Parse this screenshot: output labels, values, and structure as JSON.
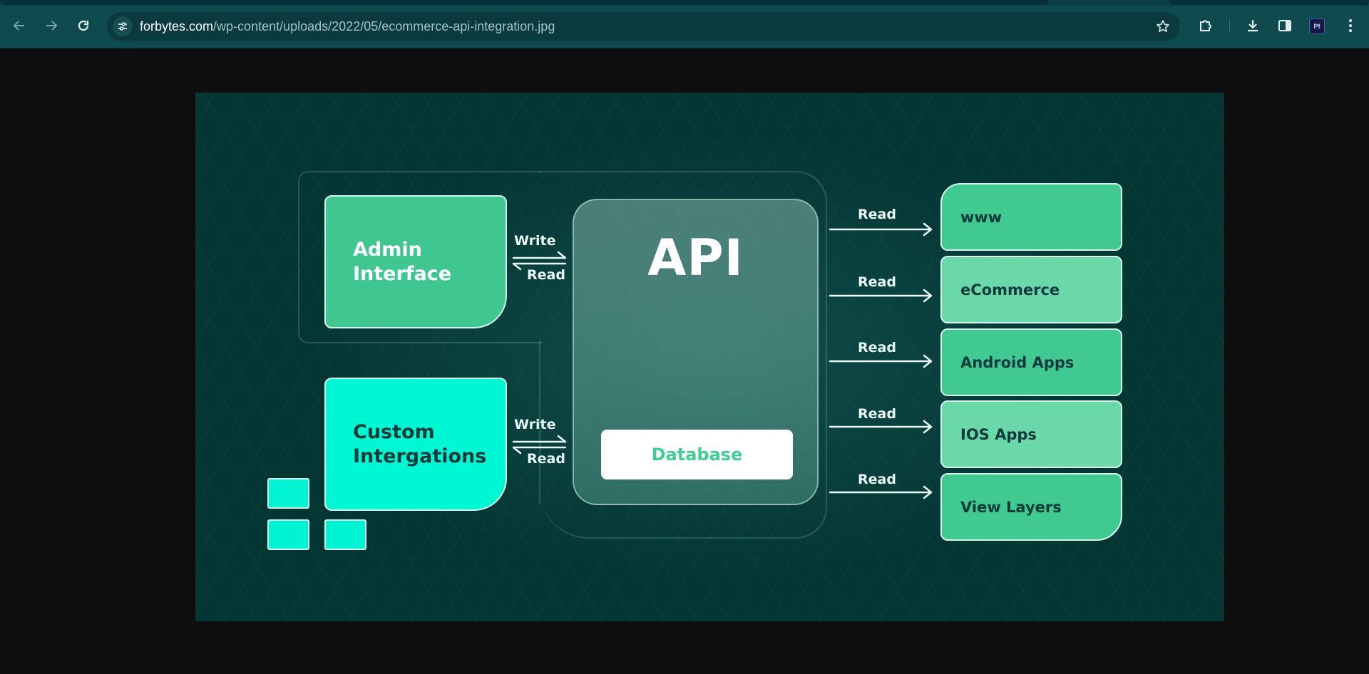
{
  "browser": {
    "url_host": "forbytes.com",
    "url_path": "/wp-content/uploads/2022/05/ecommerce-api-integration.jpg",
    "toolbar_icons": [
      "back-icon",
      "forward-icon",
      "reload-icon",
      "site-settings-icon",
      "bookmark-star-icon",
      "extensions-icon",
      "download-icon",
      "side-panel-icon",
      "pdf-extension-icon",
      "menu-icon"
    ],
    "extension_badge": "Pf"
  },
  "diagram": {
    "admin_label": "Admin\nInterface",
    "custom_label": "Custom\nIntergations",
    "write_label": "Write",
    "read_label": "Read",
    "api_title": "API",
    "database_label": "Database",
    "outputs": [
      "www",
      "eCommerce",
      "Android Apps",
      "IOS Apps",
      "View Layers"
    ],
    "output_arrow_label": "Read",
    "colors": {
      "background": "#043634",
      "admin_fill": "#40c791",
      "custom_fill": "#00f7d4",
      "output_dark": "#40c991",
      "output_light": "#6bd8a9",
      "database_text": "#3fcf90"
    }
  }
}
